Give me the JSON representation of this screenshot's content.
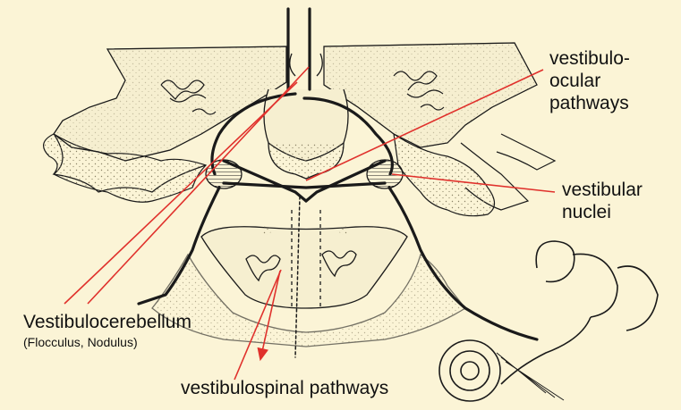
{
  "labels": {
    "vestibulo_ocular": [
      "vestibulo-",
      "ocular",
      "pathways"
    ],
    "vestibular_nuclei": [
      "vestibular",
      "nuclei"
    ],
    "vestibulocerebellum": "Vestibulocerebellum",
    "vestibulocerebellum_sub": "(Flocculus, Nodulus)",
    "vestibulospinal": "vestibulospinal pathways"
  },
  "colors": {
    "background": "#fbf4d6",
    "ink": "#1a1a1a",
    "pointer": "#e0312c"
  }
}
